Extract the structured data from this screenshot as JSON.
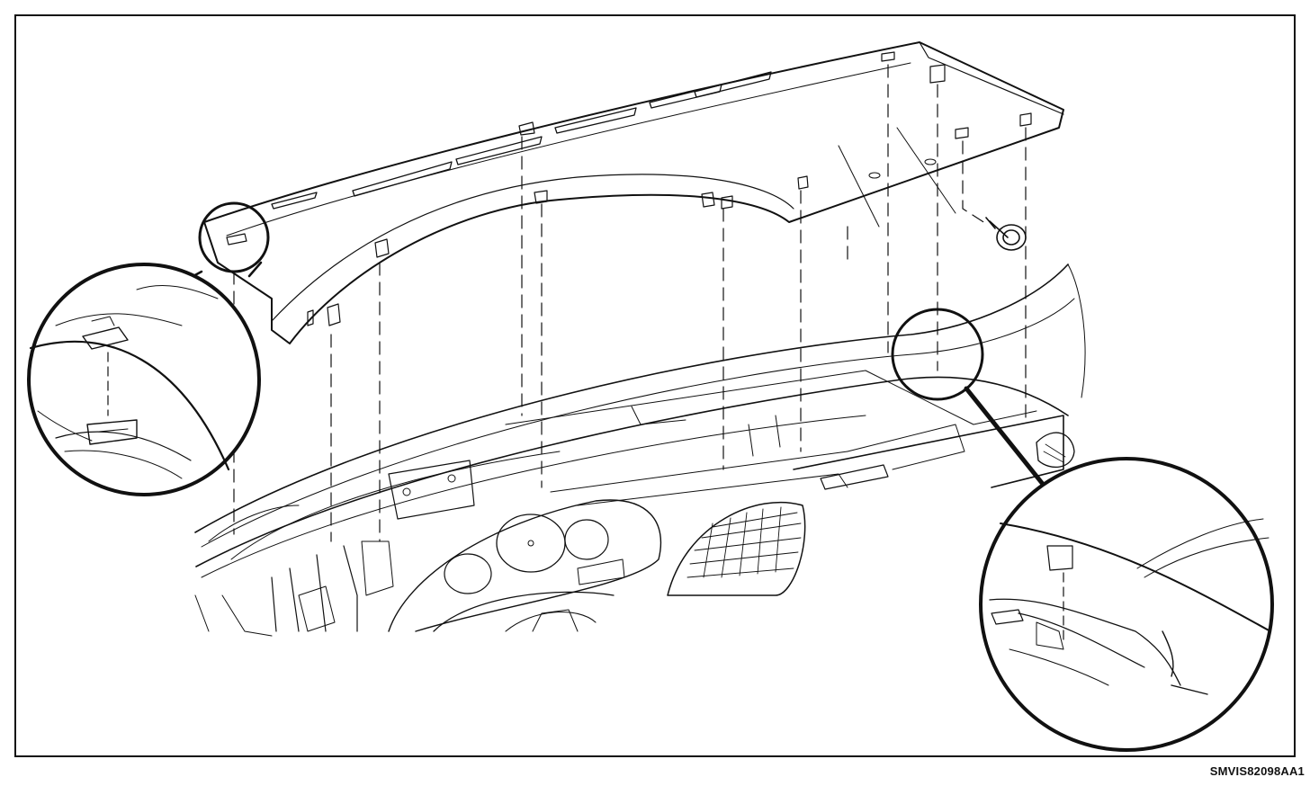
{
  "figure": {
    "id_label": "SMVIS82098AA1",
    "line_color": "#111111",
    "background": "#ffffff",
    "components": {
      "upper_part": "dashboard-upper-trim-pad",
      "lower_part": "instrument-panel-carrier",
      "fastener": "screw"
    },
    "callouts": [
      "left-detail-magnifier",
      "right-detail-magnifier"
    ]
  }
}
